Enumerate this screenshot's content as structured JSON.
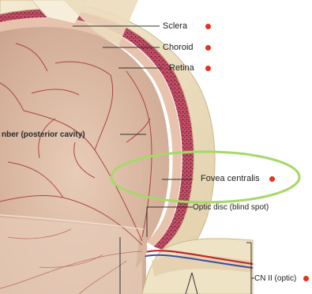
{
  "labels": {
    "sclera": "Sclera",
    "choroid": "Choroid",
    "retina": "Retina",
    "posterior_chamber": "nber (posterior cavity)",
    "fovea": "Fovea centralis",
    "optic_disc": "Optic disc (blind spot)",
    "optic_nerve": "CN II (optic)"
  },
  "colors": {
    "marker_dot": "#e8321e",
    "highlight_ellipse": "#a6d86a",
    "sclera": "#efe3c8",
    "choroid": "#c9526a",
    "retina": "#e9cbb8",
    "vitreous": "#d9b8a4",
    "vessel": "#a2322c",
    "leader_line": "#333333"
  },
  "icons": [
    "marker-dot"
  ]
}
